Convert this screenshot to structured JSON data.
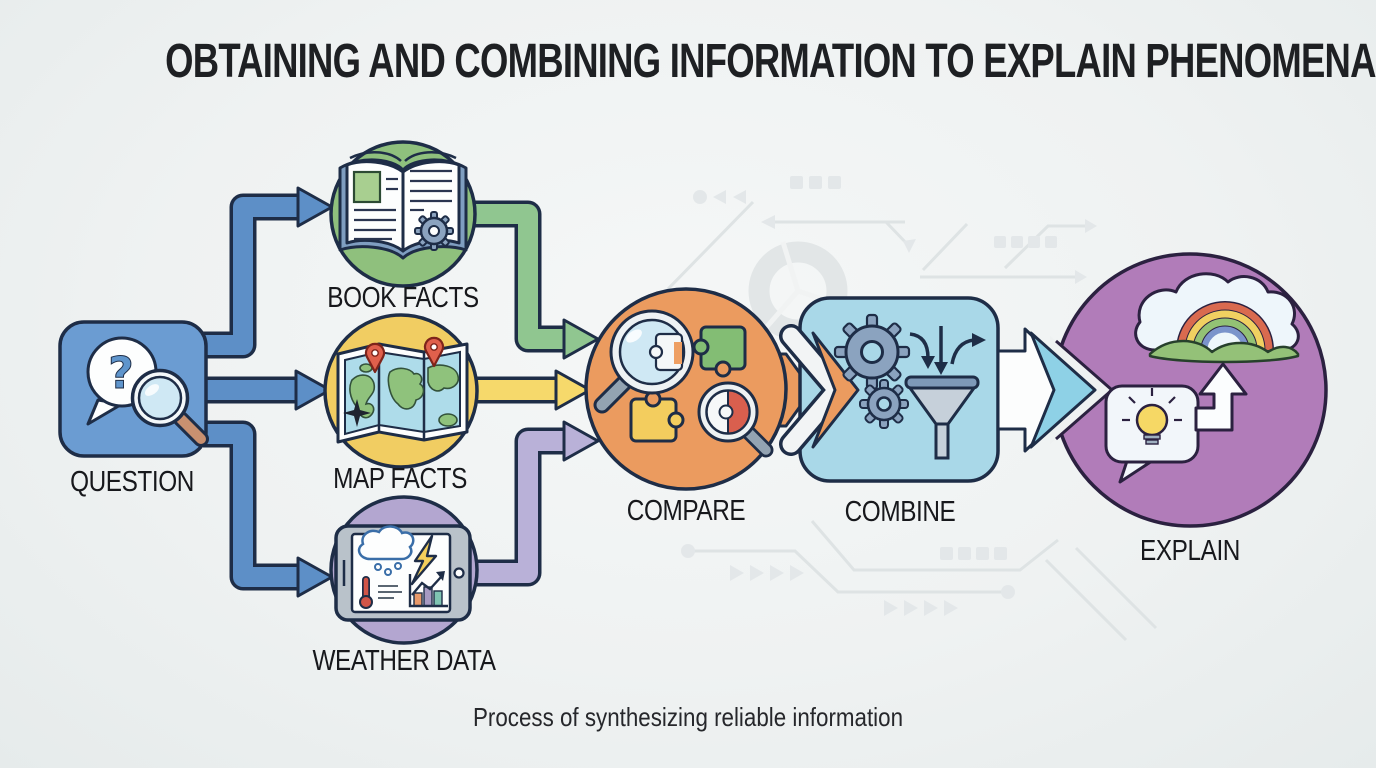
{
  "title": "OBTAINING AND COMBINING INFORMATION TO EXPLAIN PHENOMENA",
  "caption": "Process of synthesizing reliable information",
  "nodes": {
    "question": {
      "label": "QUESTION",
      "shape": "rounded-square",
      "color": "#6b9cd2"
    },
    "book_facts": {
      "label": "BOOK FACTS",
      "shape": "circle",
      "color": "#8fc07d"
    },
    "map_facts": {
      "label": "MAP FACTS",
      "shape": "circle",
      "color": "#f1cd62"
    },
    "weather_data": {
      "label": "WEATHER DATA",
      "shape": "circle",
      "color": "#b3a6d0"
    },
    "compare": {
      "label": "COMPARE",
      "shape": "circle",
      "color": "#eb9b5f"
    },
    "combine": {
      "label": "COMBINE",
      "shape": "rounded-square",
      "color": "#a9d8e8"
    },
    "explain": {
      "label": "EXPLAIN",
      "shape": "circle",
      "color": "#b17cb9"
    }
  },
  "edges": [
    {
      "from": "question",
      "to": "book_facts",
      "color": "#5d8fc7"
    },
    {
      "from": "question",
      "to": "map_facts",
      "color": "#5d8fc7"
    },
    {
      "from": "question",
      "to": "weather_data",
      "color": "#5d8fc7"
    },
    {
      "from": "book_facts",
      "to": "compare",
      "color": "#90c690"
    },
    {
      "from": "map_facts",
      "to": "compare",
      "color": "#f6d96b"
    },
    {
      "from": "weather_data",
      "to": "compare",
      "color": "#b9b1d8"
    },
    {
      "from": "compare",
      "to": "combine",
      "color": "#eb9b5f"
    },
    {
      "from": "combine",
      "to": "explain",
      "color": "#8ed1e6"
    }
  ],
  "icons": {
    "question_glyph": "?",
    "question": "speech-bubble-question-magnifier",
    "book_facts": "open-book-with-gear",
    "map_facts": "trifold-map-with-pins",
    "weather_data": "tablet-weather-forecast",
    "compare": "magnifiers-and-puzzle-pieces",
    "combine": "gears-and-funnel",
    "explain": "rainbow-cloud-idea-bubble-up-arrow"
  },
  "palette": {
    "outline": "#1e2d47",
    "background": "#eef1f1",
    "text": "#17181c"
  }
}
